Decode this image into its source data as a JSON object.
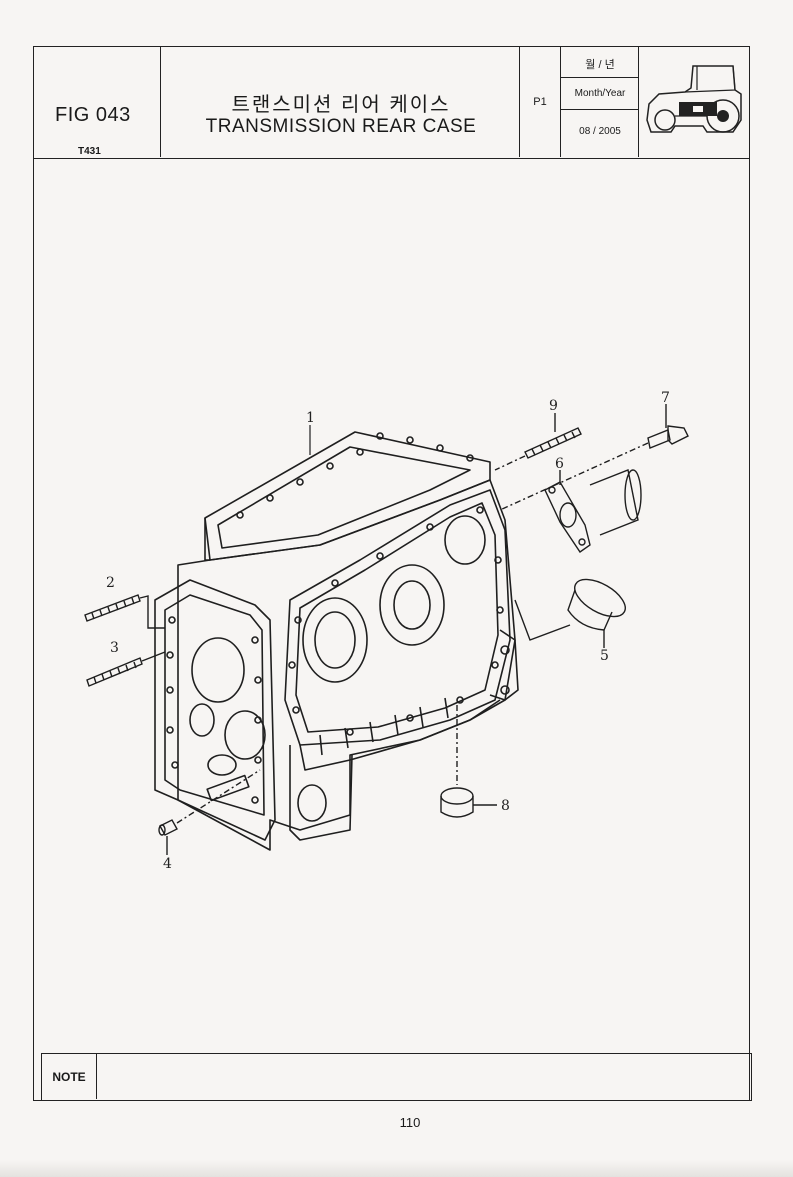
{
  "header": {
    "fig_label": "FIG 043",
    "model": "T431",
    "title_korean": "트랜스미션 리어 케이스",
    "title_english": "TRANSMISSION REAR CASE",
    "page_code": "P1",
    "month_year_korean": "월 / 년",
    "month_year_label": "Month/Year",
    "date": "08 / 2005",
    "logo_icon": "tractor-icon"
  },
  "callouts": {
    "c1": "1",
    "c2": "2",
    "c3": "3",
    "c4": "4",
    "c5": "5",
    "c6": "6",
    "c7": "7",
    "c8": "8",
    "c9": "9"
  },
  "footer": {
    "note_label": "NOTE",
    "page_number": "110"
  }
}
